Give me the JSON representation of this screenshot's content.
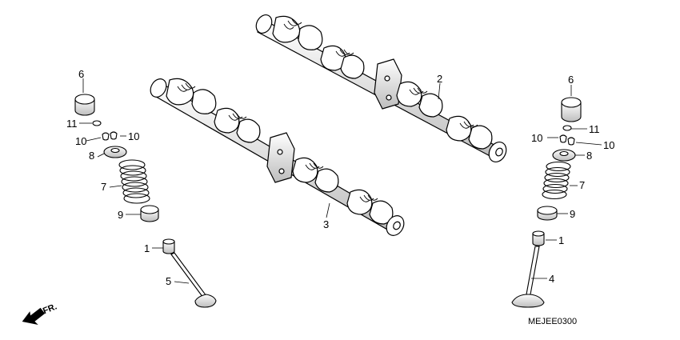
{
  "callouts": {
    "c1_left": "1",
    "c1_right": "1",
    "c2": "2",
    "c3": "3",
    "c4": "4",
    "c5": "5",
    "c6_left": "6",
    "c6_right": "6",
    "c7_left": "7",
    "c7_right": "7",
    "c8_left": "8",
    "c8_right": "8",
    "c9_left": "9",
    "c9_right": "9",
    "c10_left_a": "10",
    "c10_left_b": "10",
    "c10_right_a": "10",
    "c10_right_b": "10",
    "c11_left": "11",
    "c11_right": "11"
  },
  "direction_label": "FR.",
  "diagram_code": "MEJEE0300",
  "colors": {
    "line": "#000000",
    "fill": "#ffffff",
    "shade": "#cfcfcf"
  }
}
